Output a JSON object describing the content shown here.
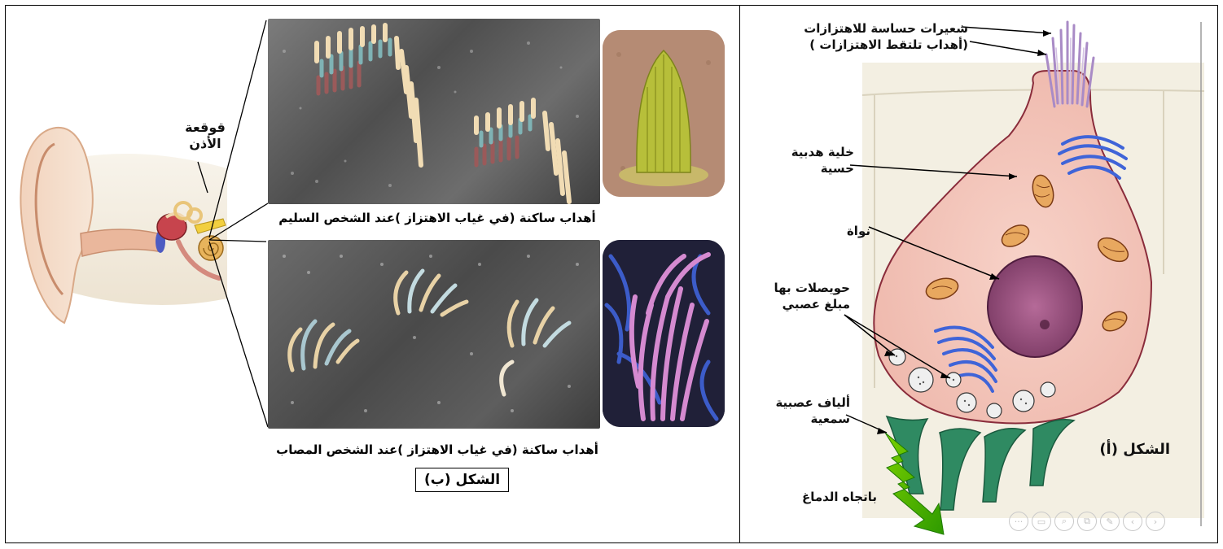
{
  "figure_b": {
    "ear_label": "قوقعة\nالأذن",
    "caption_healthy": "أهداب ساكنة (في غياب الاهتزاز )عند الشخص السليم",
    "caption_damaged": "أهداب ساكنة (في غياب الاهتزاز )عند الشخص المصاب",
    "figure_label": "الشكل (ب)"
  },
  "figure_a": {
    "labels": {
      "hairs": "شعيرات حساسة للاهتزازات\n(أهداب تلتقط الاهتزازات )",
      "hair_cell": "خلية هدبية\nحسية",
      "nucleus": "نواة",
      "vesicles": "حويصلات بها\nمبلغ عصبي",
      "nerve_fibers": "ألياف عصبية\nسمعية",
      "to_brain": "باتجاه الدماغ"
    },
    "figure_label": "الشكل (أ)"
  },
  "toolbar": {
    "icons": [
      "more-icon",
      "subtitles-icon",
      "zoom-icon",
      "slides-icon",
      "pen-icon",
      "prev-icon",
      "next-icon"
    ],
    "glyphs": [
      "···",
      "▭",
      "⌕",
      "⧉",
      "✎",
      "‹",
      "›"
    ]
  },
  "colors": {
    "cell_fill": "#f4c7bc",
    "cell_stroke": "#8a2c3b",
    "nerve": "#2f8a62",
    "arrow": "#33b000",
    "nucleus": "#8f4e78",
    "golgi": "#3f64d8",
    "cilia": "#b79fcf"
  }
}
